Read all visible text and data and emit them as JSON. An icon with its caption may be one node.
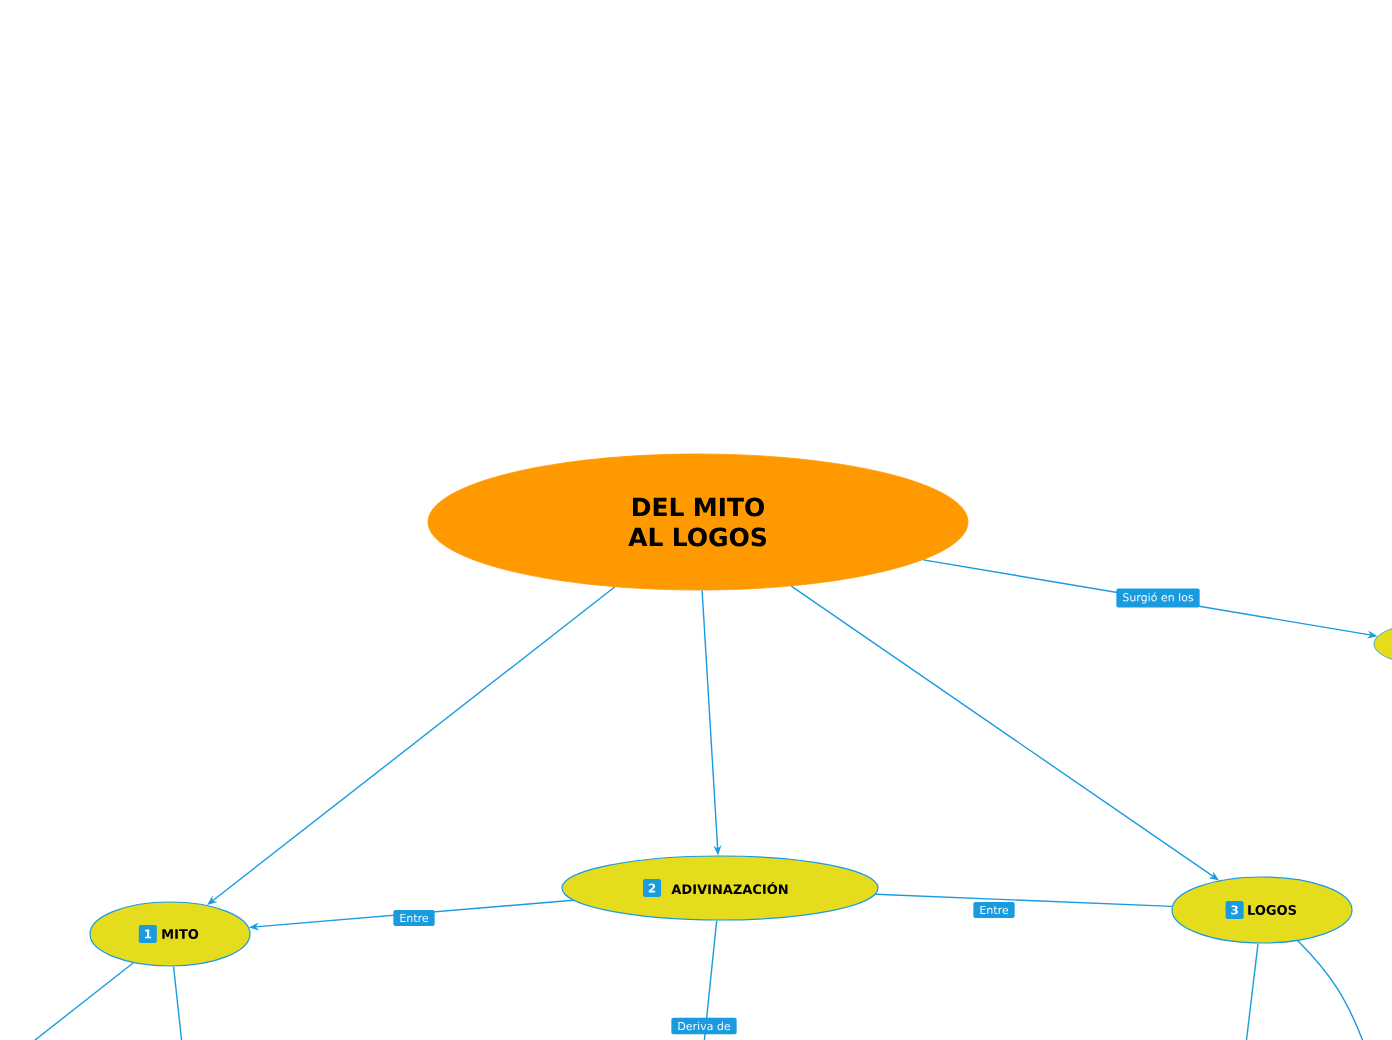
{
  "diagram": {
    "nodes": [
      {
        "text": [
          "DEL MITO AL LOGOS"
        ]
      },
      {
        "text": [
          "1",
          "MITO"
        ]
      },
      {
        "text": [
          "2",
          "ADIVINAZACIÓN"
        ]
      },
      {
        "text": [
          "3",
          "LOGOS"
        ]
      },
      {
        "text": [],
        "shape": "ellipse"
      }
    ],
    "edges": [
      {
        "from": 0,
        "to": 1,
        "arrow": "to"
      },
      {
        "from": 0,
        "to": 2,
        "arrow": "to"
      },
      {
        "from": 0,
        "to": 3,
        "arrow": "to"
      },
      {
        "from": 0,
        "to": 4,
        "arrow": "to",
        "label": "Surgió en los"
      },
      {
        "from": 2,
        "to": 1,
        "arrow": "to",
        "label": "Entre"
      },
      {
        "from": 2,
        "to": 3,
        "arrow": "none",
        "label": "Entre"
      },
      {
        "from": 1,
        "to": null,
        "arrow": "none"
      },
      {
        "from": 1,
        "to": null,
        "arrow": "none"
      },
      {
        "from": 2,
        "to": null,
        "arrow": "none",
        "label": "Deriva de"
      },
      {
        "from": 3,
        "to": null,
        "arrow": "none"
      },
      {
        "from": 3,
        "to": null,
        "arrow": "none"
      }
    ]
  }
}
